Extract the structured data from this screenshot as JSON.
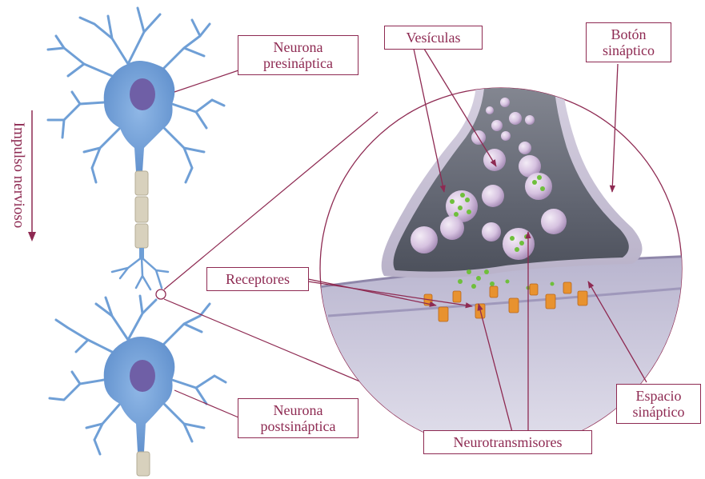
{
  "labels": {
    "pre_neuron": [
      "Neurona",
      "presináptica"
    ],
    "vesicles": "Vesículas",
    "button": [
      "Botón",
      "sináptico"
    ],
    "receptors": "Receptores",
    "post_neuron": [
      "Neurona",
      "postsináptica"
    ],
    "neurotransmitters": "Neurotransmisores",
    "cleft": [
      "Espacio",
      "sináptico"
    ],
    "impulse": "Impulso nervioso"
  },
  "colors": {
    "label_accent": "#8e2a52",
    "neuron_body": "#6f9fd6",
    "nucleus": "#6f5fa6",
    "myelin": "#d8d1bd",
    "button_dark": "#6b6f7d",
    "vesicle": "#d9c6e2",
    "neurotransmitter": "#6fbf3c",
    "receptor": "#e8922f",
    "postsynaptic_membrane": "#c9c3db"
  }
}
